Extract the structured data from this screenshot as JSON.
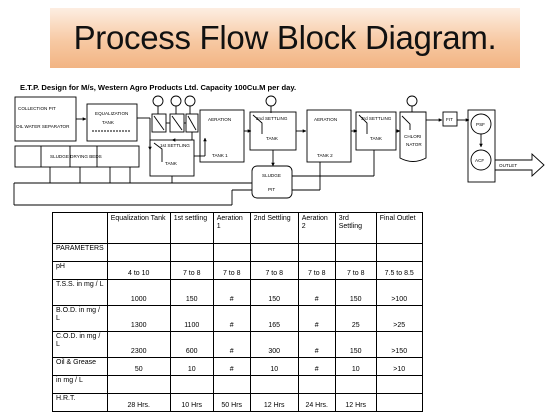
{
  "header": {
    "title": "Process Flow Block Diagram.",
    "subtitle": "E.T.P. Design for M/s, Western Agro Products Ltd. Capacity 100Cu.M per day."
  },
  "diagram": {
    "collection_pit": "COLLECTION PIT",
    "oil_separator": "OIL WATER SEPARATOR",
    "equalization": [
      "EQUALIZATION",
      "TANK"
    ],
    "sludge_beds": "SLUDGE DRYING BEDS",
    "first_settling": [
      "1st SETTLING",
      "TANK"
    ],
    "aeration1": [
      "AERATION",
      "TANK 1"
    ],
    "second_settling": [
      "2nd SETTLING",
      "TANK"
    ],
    "aeration2": [
      "AERATION",
      "TANK 2"
    ],
    "third_settling": [
      "3rd SETTLING",
      "TANK"
    ],
    "chlorinator": [
      "CHLORI",
      "NATOR"
    ],
    "fit": "FIT",
    "psf": "PSF",
    "acf": "ACF",
    "sludge_pit": [
      "SLUDGE",
      "PIT"
    ],
    "outlet": "OUTLET"
  },
  "table": {
    "header": [
      "",
      "Equalization Tank",
      "1st settling",
      "Aeration 1",
      "2nd Settling",
      "Aeration 2",
      "3rd Settling",
      "Final Outlet"
    ],
    "rows": [
      [
        "PARAMETERS",
        "",
        "",
        "",
        "",
        "",
        "",
        ""
      ],
      [
        "pH",
        "4 to 10",
        "7 to 8",
        "7 to 8",
        "7 to 8",
        "7 to 8",
        "7 to 8",
        "7.5 to 8.5"
      ],
      [
        "T.S.S. in mg / L",
        "1000",
        "150",
        "#",
        "150",
        "#",
        "150",
        ">100"
      ],
      [
        "B.O.D. in mg / L",
        "1300",
        "1100",
        "#",
        "165",
        "#",
        "25",
        ">25"
      ],
      [
        "C.O.D. in mg / L",
        "2300",
        "600",
        "#",
        "300",
        "#",
        "150",
        ">150"
      ],
      [
        "Oil & Grease",
        "50",
        "10",
        "#",
        "10",
        "#",
        "10",
        ">10"
      ],
      [
        "in mg / L",
        "",
        "",
        "",
        "",
        "",
        "",
        ""
      ],
      [
        "H.R.T.",
        "28 Hrs.",
        "10 Hrs",
        "50 Hrs",
        "12 Hrs",
        "24 Hrs.",
        "12 Hrs",
        ""
      ]
    ]
  }
}
